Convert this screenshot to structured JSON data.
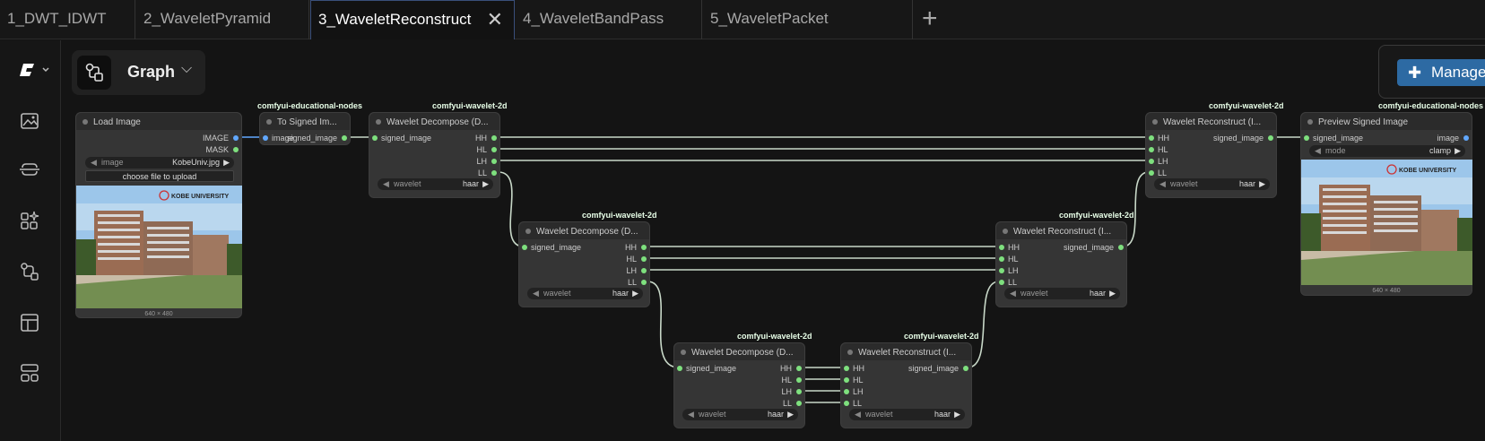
{
  "tabs": [
    {
      "label": "1_DWT_IDWT"
    },
    {
      "label": "2_WaveletPyramid"
    },
    {
      "label": "3_WaveletReconstruct"
    },
    {
      "label": "4_WaveletBandPass"
    },
    {
      "label": "5_WaveletPacket"
    }
  ],
  "graph_button": {
    "label": "Graph"
  },
  "manage_button": {
    "label": "Manage"
  },
  "nodes": {
    "load_image": {
      "title": "Load Image",
      "out1": "IMAGE",
      "out2": "MASK",
      "widget_name": "image",
      "widget_value": "KobeUniv.jpg",
      "upload_label": "choose file to upload",
      "dims": "640 × 480",
      "logo_text": "KOBE UNIVERSITY"
    },
    "to_signed": {
      "badge": "comfyui-educational-nodes",
      "title": "To Signed Im...",
      "in1": "image",
      "out1": "signed_image"
    },
    "decomp1": {
      "badge": "comfyui-wavelet-2d",
      "title": "Wavelet Decompose (D...",
      "in1": "signed_image",
      "outs": [
        "HH",
        "HL",
        "LH",
        "LL"
      ],
      "widget_name": "wavelet",
      "widget_value": "haar"
    },
    "decomp2": {
      "badge": "comfyui-wavelet-2d",
      "title": "Wavelet Decompose (D...",
      "in1": "signed_image",
      "outs": [
        "HH",
        "HL",
        "LH",
        "LL"
      ],
      "widget_name": "wavelet",
      "widget_value": "haar"
    },
    "decomp3": {
      "badge": "comfyui-wavelet-2d",
      "title": "Wavelet Decompose (D...",
      "in1": "signed_image",
      "outs": [
        "HH",
        "HL",
        "LH",
        "LL"
      ],
      "widget_name": "wavelet",
      "widget_value": "haar"
    },
    "recon3": {
      "badge": "comfyui-wavelet-2d",
      "title": "Wavelet Reconstruct (I...",
      "ins": [
        "HH",
        "HL",
        "LH",
        "LL"
      ],
      "out1": "signed_image",
      "widget_name": "wavelet",
      "widget_value": "haar"
    },
    "recon2": {
      "badge": "comfyui-wavelet-2d",
      "title": "Wavelet Reconstruct (I...",
      "ins": [
        "HH",
        "HL",
        "LH",
        "LL"
      ],
      "out1": "signed_image",
      "widget_name": "wavelet",
      "widget_value": "haar"
    },
    "recon1": {
      "badge": "comfyui-wavelet-2d",
      "title": "Wavelet Reconstruct (I...",
      "ins": [
        "HH",
        "HL",
        "LH",
        "LL"
      ],
      "out1": "signed_image",
      "widget_name": "wavelet",
      "widget_value": "haar"
    },
    "preview": {
      "badge": "comfyui-educational-nodes",
      "title": "Preview Signed Image",
      "in1": "signed_image",
      "out1": "image",
      "widget_name": "mode",
      "widget_value": "clamp",
      "dims": "640 × 480",
      "logo_text": "KOBE UNIVERSITY"
    }
  },
  "colors": {
    "accent": "#2d6aa3",
    "socket": "#7ee07e",
    "link": "#c8d8c8",
    "active_tab_border": "#3a4f7a"
  },
  "sidebar_icons": [
    "comfy-logo-icon",
    "image-gallery-icon",
    "model-library-icon",
    "node-library-icon",
    "workflows-icon",
    "templates-icon",
    "queue-icon"
  ]
}
